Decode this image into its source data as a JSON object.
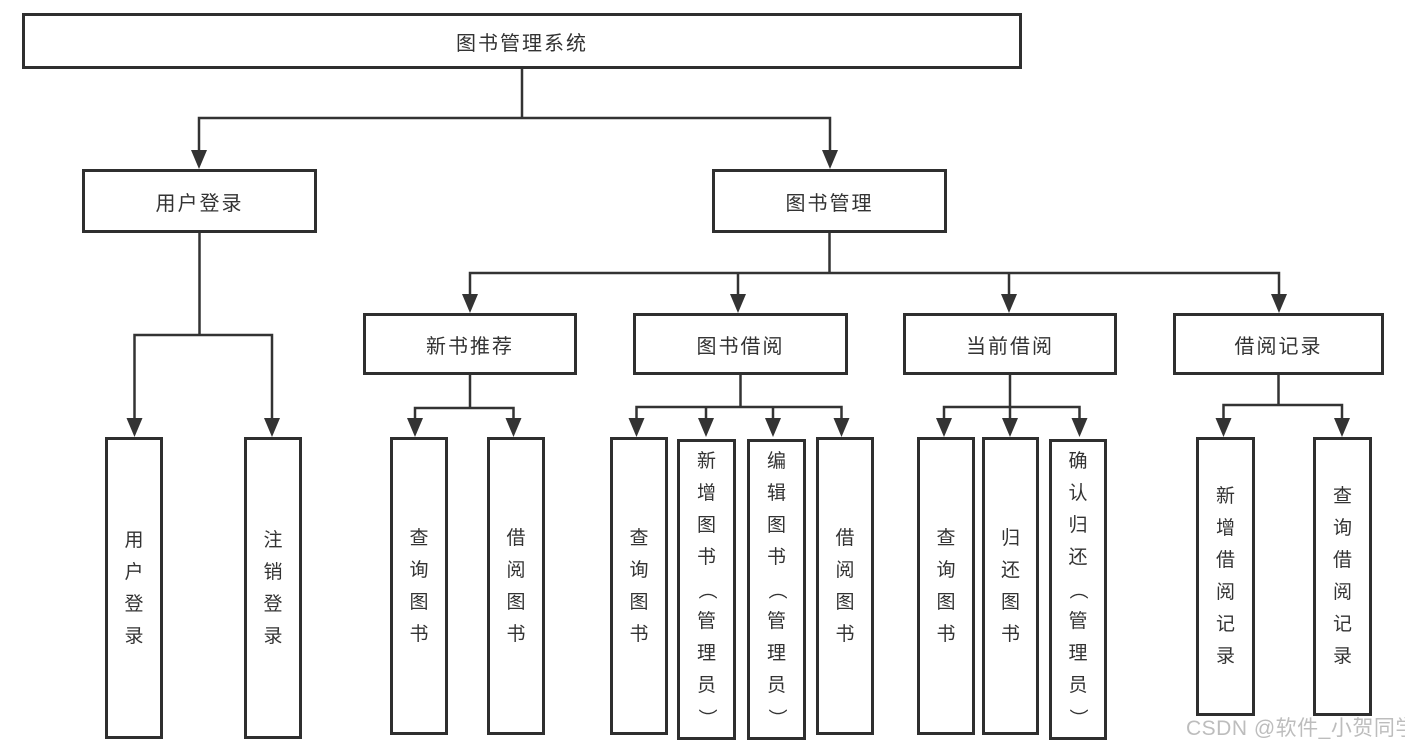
{
  "tree": {
    "label": "图书管理系统",
    "children": [
      {
        "label": "用户登录",
        "children": [
          {
            "label": "用户登录"
          },
          {
            "label": "注销登录"
          }
        ]
      },
      {
        "label": "图书管理",
        "children": [
          {
            "label": "新书推荐",
            "children": [
              {
                "label": "查询图书"
              },
              {
                "label": "借阅图书"
              }
            ]
          },
          {
            "label": "图书借阅",
            "children": [
              {
                "label": "查询图书"
              },
              {
                "label": "新增图书（管理员）"
              },
              {
                "label": "编辑图书（管理员）"
              },
              {
                "label": "借阅图书"
              }
            ]
          },
          {
            "label": "当前借阅",
            "children": [
              {
                "label": "查询图书"
              },
              {
                "label": "归还图书"
              },
              {
                "label": "确认归还（管理员）"
              }
            ]
          },
          {
            "label": "借阅记录",
            "children": [
              {
                "label": "新增借阅记录"
              },
              {
                "label": "查询借阅记录"
              }
            ]
          }
        ]
      }
    ]
  },
  "watermark": {
    "text": "CSDN @软件_小贺同学",
    "color": "#bdbdbd"
  },
  "palette": {
    "box_border": "#2f2f2f",
    "line": "#333333",
    "text": "#333333",
    "background": "#ffffff"
  }
}
